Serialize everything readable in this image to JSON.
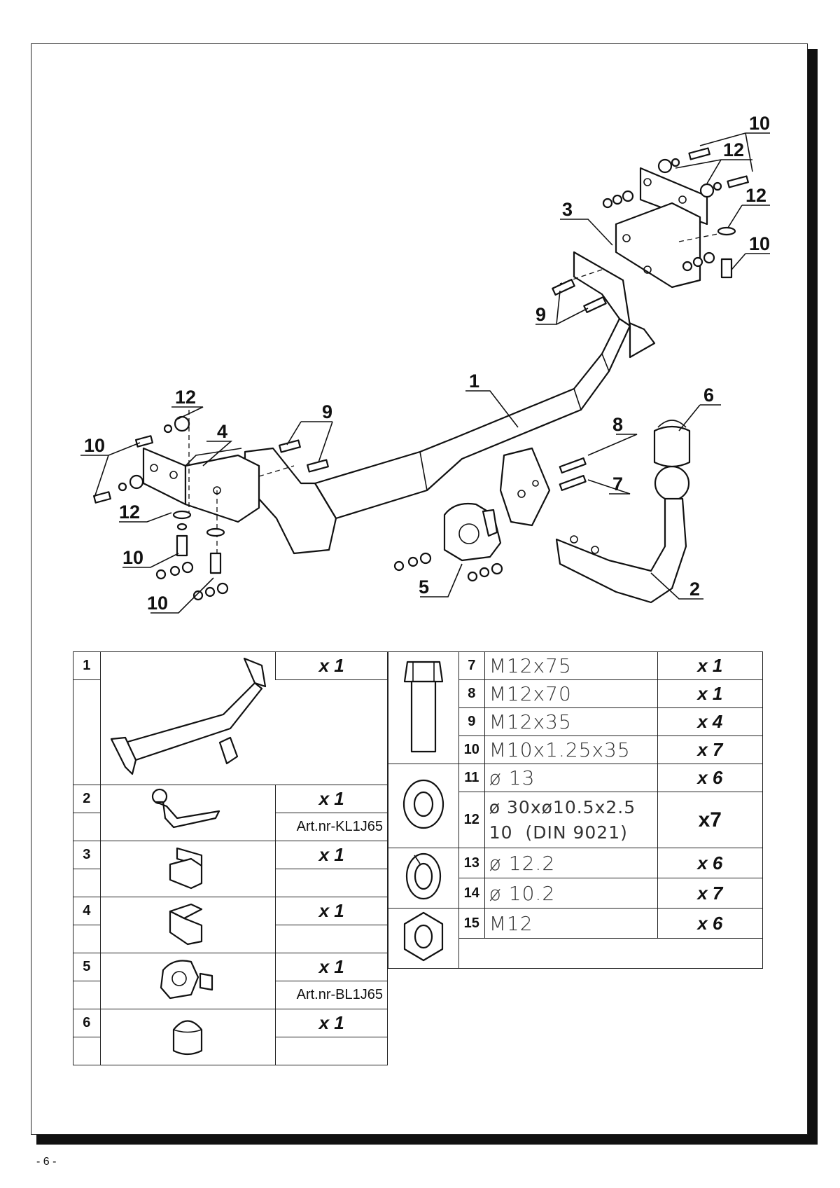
{
  "page": {
    "number": "- 6 -"
  },
  "diagram": {
    "callouts": [
      "10",
      "12",
      "12",
      "10",
      "3",
      "9",
      "1",
      "6",
      "12",
      "9",
      "4",
      "10",
      "8",
      "7",
      "12",
      "10",
      "10",
      "5",
      "2"
    ]
  },
  "left_table": {
    "rows": [
      {
        "num": "1",
        "qty": "x 1",
        "art": ""
      },
      {
        "num": "2",
        "qty": "x 1",
        "art": "Art.nr-KL1J65"
      },
      {
        "num": "3",
        "qty": "x 1",
        "art": ""
      },
      {
        "num": "4",
        "qty": "x 1",
        "art": ""
      },
      {
        "num": "5",
        "qty": "x 1",
        "art": "Art.nr-BL1J65"
      },
      {
        "num": "6",
        "qty": "x 1",
        "art": ""
      }
    ]
  },
  "right_table": {
    "rows": [
      {
        "num": "7",
        "spec": "M12x75",
        "qty": "x 1"
      },
      {
        "num": "8",
        "spec": "M12x70",
        "qty": "x 1"
      },
      {
        "num": "9",
        "spec": "M12x35",
        "qty": "x 4"
      },
      {
        "num": "10",
        "spec": "M10x1.25x35",
        "qty": "x 7"
      },
      {
        "num": "11",
        "spec": "ø 13",
        "qty": "x 6"
      },
      {
        "num": "12",
        "spec": "ø 30xø10.5x2.5",
        "spec2": "10  (DIN 9021)",
        "qty": "x7"
      },
      {
        "num": "13",
        "spec": "ø 12.2",
        "qty": "x 6"
      },
      {
        "num": "14",
        "spec": "ø 10.2",
        "qty": "x 7"
      },
      {
        "num": "15",
        "spec": "M12",
        "qty": "x 6"
      }
    ]
  }
}
